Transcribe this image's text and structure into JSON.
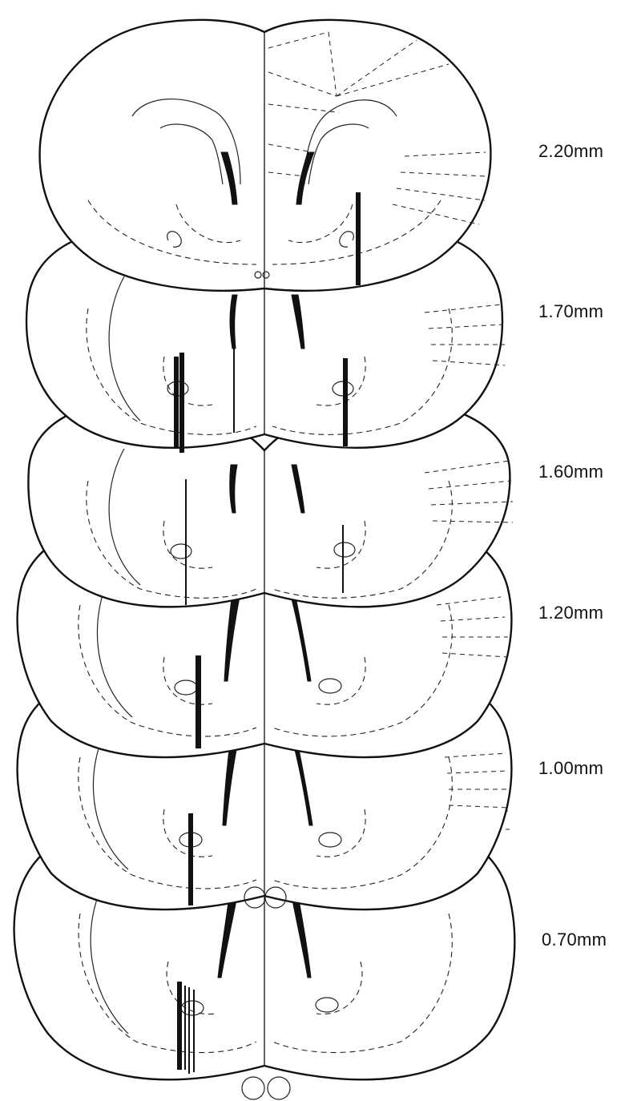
{
  "sections": [
    {
      "label": "2.20mm"
    },
    {
      "label": "1.70mm"
    },
    {
      "label": "1.60mm"
    },
    {
      "label": "1.20mm"
    },
    {
      "label": "1.00mm"
    },
    {
      "label": "0.70mm"
    }
  ],
  "colors": {
    "ink": "#111111",
    "background": "#ffffff"
  }
}
